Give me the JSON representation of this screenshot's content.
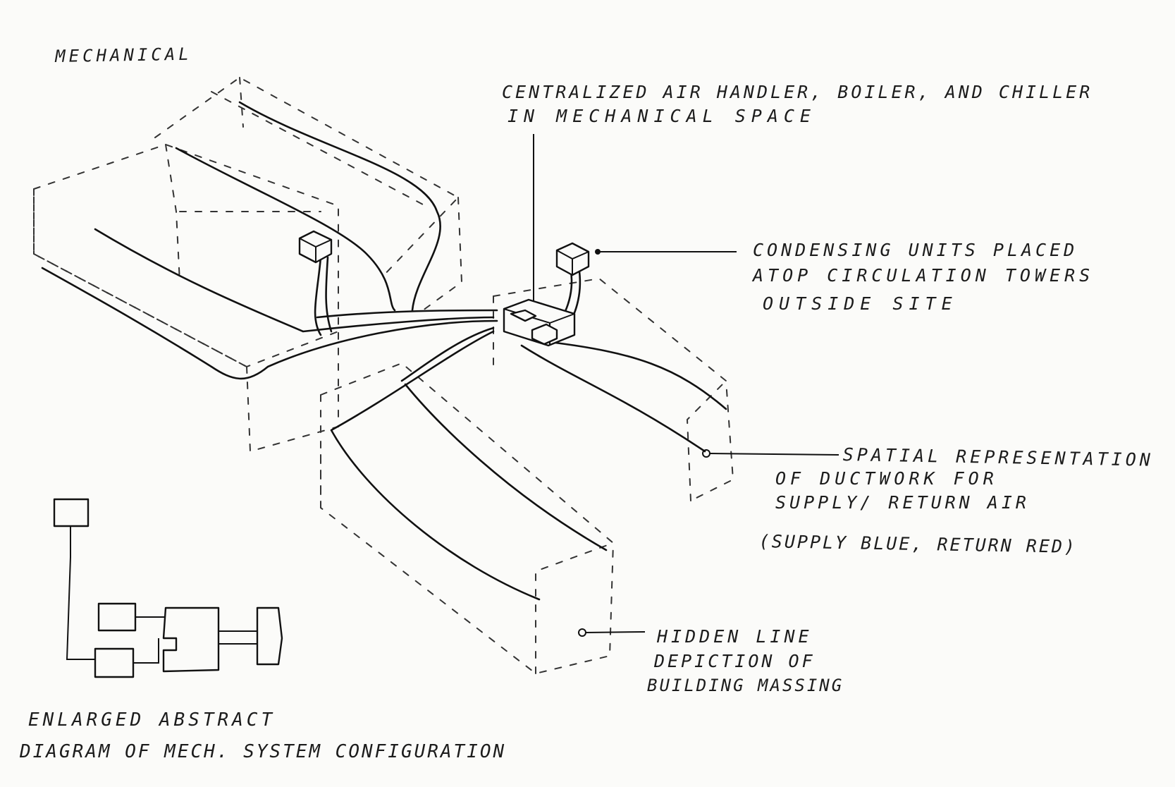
{
  "labels": {
    "title": "MECHANICAL",
    "central_line1": "CENTRALIZED AIR HANDLER, BOILER, AND CHILLER",
    "central_line2": "IN MECHANICAL SPACE",
    "condensing_line1": "CONDENSING UNITS PLACED",
    "condensing_line2": "ATOP CIRCULATION TOWERS",
    "condensing_line3": "OUTSIDE SITE",
    "spatial_line1": "SPATIAL REPRESENTATION",
    "spatial_line2": "OF DUCTWORK FOR",
    "spatial_line3": "SUPPLY/ RETURN AIR",
    "spatial_line4": "(SUPPLY BLUE, RETURN RED)",
    "hidden_line1": "HIDDEN LINE",
    "hidden_line2": "DEPICTION OF",
    "hidden_line3": "BUILDING MASSING",
    "enlarged_line1": "ENLARGED ABSTRACT",
    "enlarged_line2": "DIAGRAM OF MECH. SYSTEM CONFIGURATION"
  },
  "colors": {
    "paper": "#fbfbf9",
    "ink": "#111111"
  }
}
